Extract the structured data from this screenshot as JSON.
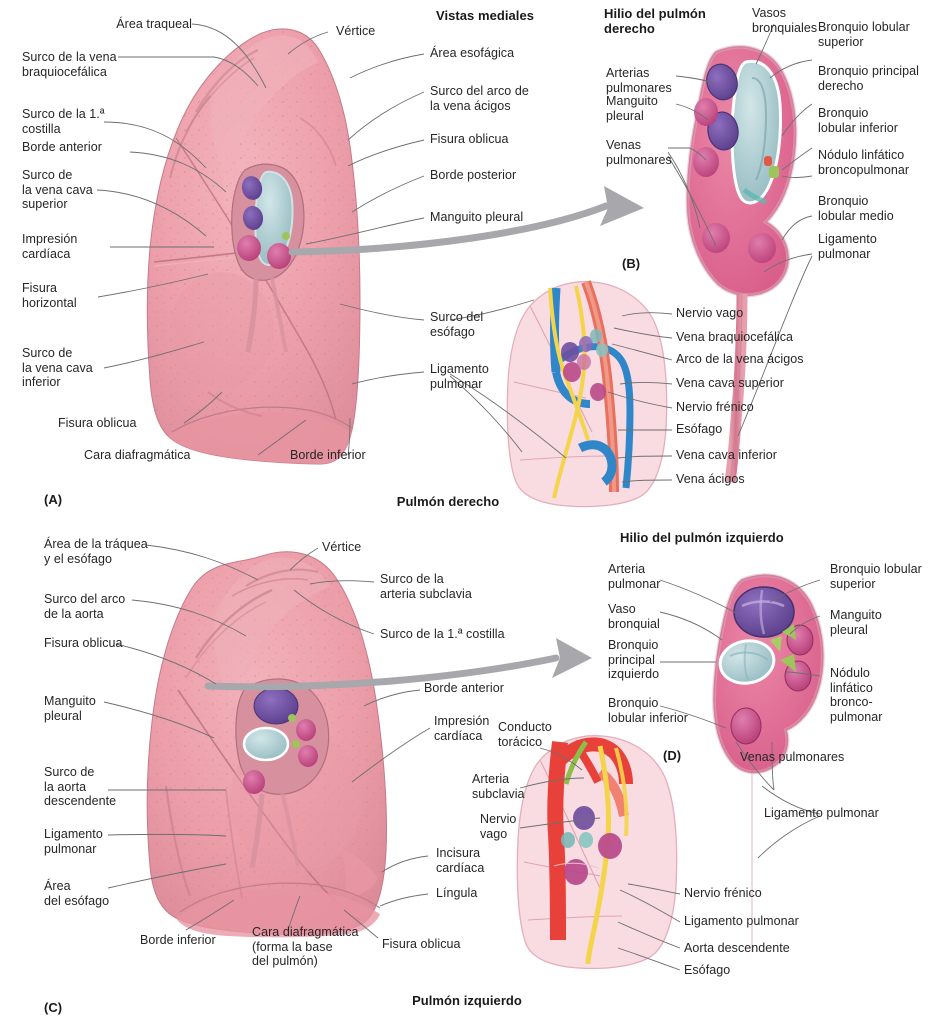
{
  "figure": {
    "title_top": "Vistas mediales",
    "caption_right_lung": "Pulmón derecho",
    "caption_left_lung": "Pulmón izquierdo",
    "panel_a": "(A)",
    "panel_b": "(B)",
    "panel_c": "(C)",
    "panel_d": "(D)"
  },
  "headings": {
    "hilum_right": "Hilio del pulmón\nderecho",
    "hilum_left": "Hilio del pulmón izquierdo"
  },
  "panel_a_labels": {
    "left": [
      {
        "text": "Área traqueal"
      },
      {
        "text": "Surco de la vena\nbraquiocefálica"
      },
      {
        "text": "Surco de la 1.ª\ncostilla"
      },
      {
        "text": "Borde anterior"
      },
      {
        "text": "Surco de\nla vena cava\nsuperior"
      },
      {
        "text": "Impresión\ncardíaca"
      },
      {
        "text": "Fisura\nhorizontal"
      },
      {
        "text": "Surco de\nla vena cava\ninferior"
      },
      {
        "text": "Fisura oblicua"
      },
      {
        "text": "Cara diafragmática"
      },
      {
        "text": "Borde inferior"
      }
    ],
    "right": [
      {
        "text": "Vértice"
      },
      {
        "text": "Área esofágica"
      },
      {
        "text": "Surco del arco de\nla vena ácigos"
      },
      {
        "text": "Fisura oblicua"
      },
      {
        "text": "Borde posterior"
      },
      {
        "text": "Manguito pleural"
      },
      {
        "text": "Surco del\nesófago"
      },
      {
        "text": "Ligamento\npulmonar"
      }
    ]
  },
  "panel_b_labels": {
    "left": [
      {
        "text": "Arterias\npulmonares"
      },
      {
        "text": "Manguito\npleural"
      },
      {
        "text": "Venas\npulmonares"
      }
    ],
    "top": [
      {
        "text": "Vasos\nbronquiales"
      }
    ],
    "right": [
      {
        "text": "Bronquio lobular\nsuperior"
      },
      {
        "text": "Bronquio principal\nderecho"
      },
      {
        "text": "Bronquio\nlobular inferior"
      },
      {
        "text": "Nódulo linfático\nbroncopulmonar"
      },
      {
        "text": "Bronquio\nlobular medio"
      },
      {
        "text": "Ligamento\npulmonar"
      }
    ]
  },
  "mediastinum_right_labels": {
    "right": [
      {
        "text": "Nervio vago"
      },
      {
        "text": "Vena braquiocefálica"
      },
      {
        "text": "Arco de la vena ácigos"
      },
      {
        "text": "Vena cava superior"
      },
      {
        "text": "Nervio frénico"
      },
      {
        "text": "Esófago"
      },
      {
        "text": "Vena cava inferior"
      },
      {
        "text": "Vena ácigos"
      }
    ]
  },
  "panel_c_labels": {
    "left": [
      {
        "text": "Área de la tráquea\ny el esófago"
      },
      {
        "text": "Surco del arco\nde la aorta"
      },
      {
        "text": "Fisura oblicua"
      },
      {
        "text": "Manguito\npleural"
      },
      {
        "text": "Surco de\nla aorta\ndescendente"
      },
      {
        "text": "Ligamento\npulmonar"
      },
      {
        "text": "Área\ndel esófago"
      },
      {
        "text": "Borde inferior"
      },
      {
        "text": "Cara diafragmática\n(forma la base\ndel pulmón)"
      }
    ],
    "right": [
      {
        "text": "Vértice"
      },
      {
        "text": "Surco de la\narteria subclavia"
      },
      {
        "text": "Surco de la 1.ª costilla"
      },
      {
        "text": "Borde anterior"
      },
      {
        "text": "Impresión\ncardíaca"
      },
      {
        "text": "Incisura\ncardíaca"
      },
      {
        "text": "Língula"
      },
      {
        "text": "Fisura oblicua"
      }
    ]
  },
  "panel_d_labels": {
    "left": [
      {
        "text": "Arteria\npulmonar"
      },
      {
        "text": "Vaso\nbronquial"
      },
      {
        "text": "Bronquio\nprincipal\nizquierdo"
      },
      {
        "text": "Bronquio\nlobular inferior"
      }
    ],
    "right": [
      {
        "text": "Bronquio lobular\nsuperior"
      },
      {
        "text": "Manguito\npleural"
      },
      {
        "text": "Nódulo\nlinfático\nbronco-\npulmonar"
      },
      {
        "text": "Ligamento pulmonar"
      }
    ],
    "bottom": [
      {
        "text": "Venas pulmonares"
      }
    ]
  },
  "mediastinum_left_labels": {
    "left": [
      {
        "text": "Conducto\ntorácico"
      },
      {
        "text": "Arteria\nsubclavia"
      },
      {
        "text": "Nervio\nvago"
      }
    ],
    "right": [
      {
        "text": "Nervio frénico"
      },
      {
        "text": "Ligamento pulmonar"
      },
      {
        "text": "Aorta descendente"
      },
      {
        "text": "Esófago"
      }
    ]
  },
  "colors": {
    "lung_tissue": "#eda0ab",
    "lung_tissue_light": "#f6c9d0",
    "mediastinum_pale": "#f9dbe2",
    "artery_red": "#e8413a",
    "vein_blue": "#2f86c9",
    "nerve_yellow": "#f4d44a",
    "bronchus_teal": "#b9d6d9",
    "pulm_artery_purple": "#7a5ca8",
    "pulm_vein_magenta": "#c9478b",
    "lymph_green": "#8cbf4a",
    "leader_gray": "#6e6e72",
    "arrow_gray": "#a8a8ac",
    "text": "#262626"
  }
}
